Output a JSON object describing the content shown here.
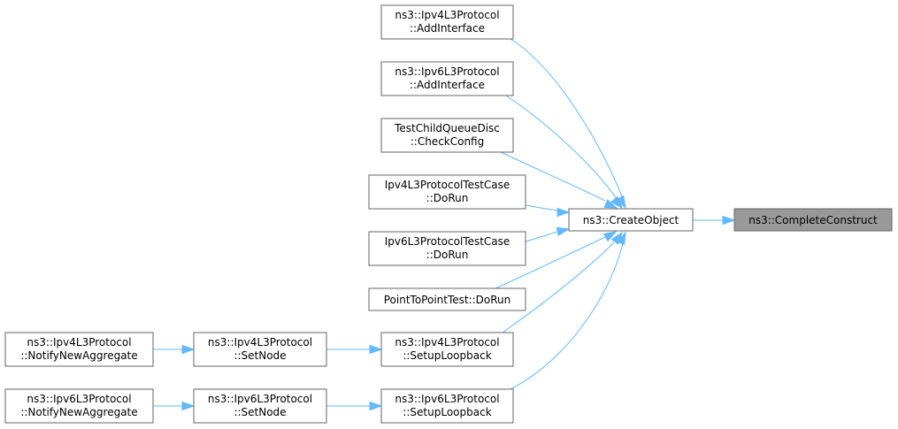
{
  "graph": {
    "nodes": {
      "complete_construct": {
        "lines": [
          "ns3::CompleteConstruct"
        ],
        "focus": true
      },
      "create_object": {
        "lines": [
          "ns3::CreateObject"
        ]
      },
      "v4_add_interface": {
        "lines": [
          "ns3::Ipv4L3Protocol",
          "::AddInterface"
        ]
      },
      "v6_add_interface": {
        "lines": [
          "ns3::Ipv6L3Protocol",
          "::AddInterface"
        ]
      },
      "check_config": {
        "lines": [
          "TestChildQueueDisc",
          "::CheckConfig"
        ]
      },
      "v4_test_dorun": {
        "lines": [
          "Ipv4L3ProtocolTestCase",
          "::DoRun"
        ]
      },
      "v6_test_dorun": {
        "lines": [
          "Ipv6L3ProtocolTestCase",
          "::DoRun"
        ]
      },
      "p2p_dorun": {
        "lines": [
          "PointToPointTest::DoRun"
        ]
      },
      "v4_setup_loopback": {
        "lines": [
          "ns3::Ipv4L3Protocol",
          "::SetupLoopback"
        ]
      },
      "v6_setup_loopback": {
        "lines": [
          "ns3::Ipv6L3Protocol",
          "::SetupLoopback"
        ]
      },
      "v4_set_node": {
        "lines": [
          "ns3::Ipv4L3Protocol",
          "::SetNode"
        ]
      },
      "v6_set_node": {
        "lines": [
          "ns3::Ipv6L3Protocol",
          "::SetNode"
        ]
      },
      "v4_notify": {
        "lines": [
          "ns3::Ipv4L3Protocol",
          "::NotifyNewAggregate"
        ]
      },
      "v6_notify": {
        "lines": [
          "ns3::Ipv6L3Protocol",
          "::NotifyNewAggregate"
        ]
      }
    },
    "edges": [
      {
        "from": "create_object",
        "to": "complete_construct"
      },
      {
        "from": "v4_add_interface",
        "to": "create_object"
      },
      {
        "from": "v6_add_interface",
        "to": "create_object"
      },
      {
        "from": "check_config",
        "to": "create_object"
      },
      {
        "from": "v4_test_dorun",
        "to": "create_object"
      },
      {
        "from": "v6_test_dorun",
        "to": "create_object"
      },
      {
        "from": "p2p_dorun",
        "to": "create_object"
      },
      {
        "from": "v4_setup_loopback",
        "to": "create_object"
      },
      {
        "from": "v6_setup_loopback",
        "to": "create_object"
      },
      {
        "from": "v4_set_node",
        "to": "v4_setup_loopback"
      },
      {
        "from": "v6_set_node",
        "to": "v6_setup_loopback"
      },
      {
        "from": "v4_notify",
        "to": "v4_set_node"
      },
      {
        "from": "v6_notify",
        "to": "v6_set_node"
      }
    ]
  },
  "colors": {
    "edge": "#63b8ff",
    "node_border": "#666666",
    "focus_fill": "#999999"
  }
}
